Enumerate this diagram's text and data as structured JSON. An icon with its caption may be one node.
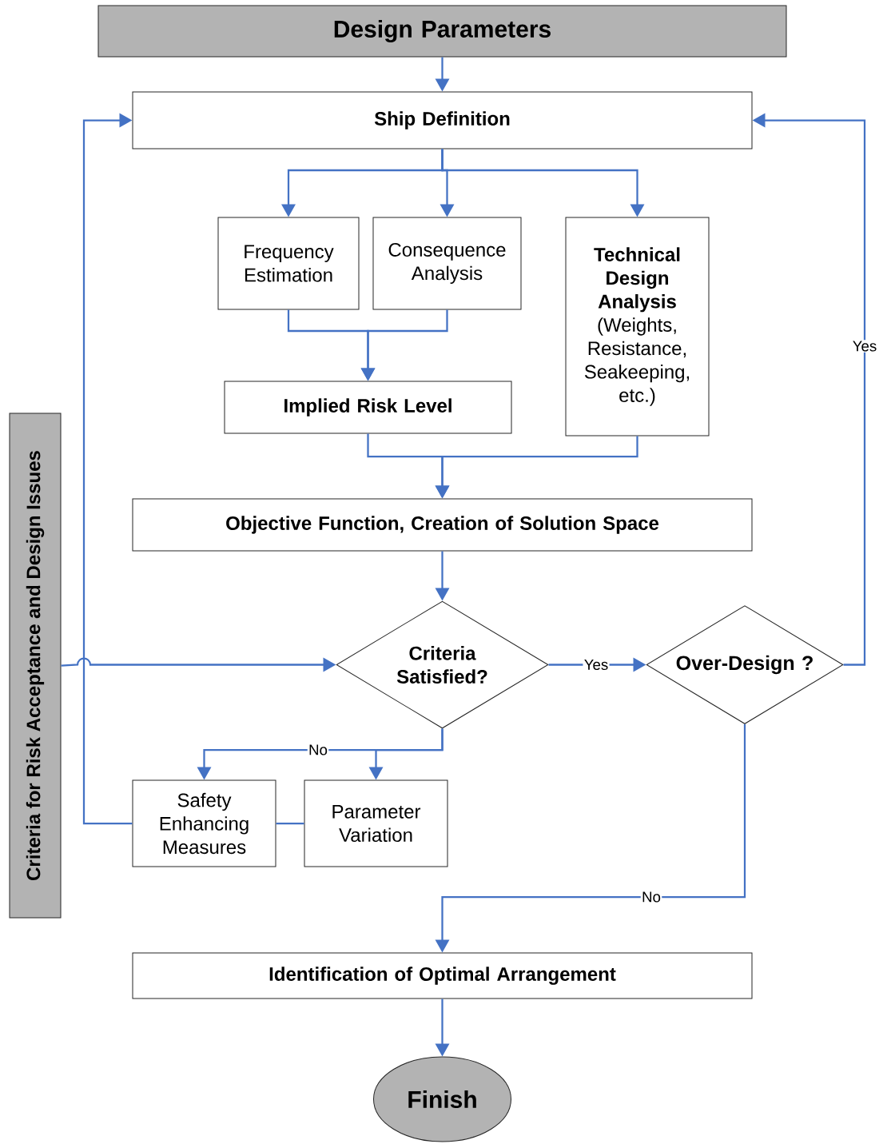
{
  "diagram": {
    "nodes": [
      {
        "text": [
          "Design Parameters"
        ]
      },
      {
        "text": [
          "Ship Definition"
        ]
      },
      {
        "text": [
          "Frequency Estimation"
        ]
      },
      {
        "text": [
          "Consequence Analysis"
        ]
      },
      {
        "text": [
          "Technical Design Analysis",
          "(Weights, Resistance, Seakeeping, etc.)"
        ]
      },
      {
        "text": [
          "Implied Risk Level"
        ]
      },
      {
        "text": [
          "Objective Function, Creation of Solution Space"
        ]
      },
      {
        "text": [
          "Criteria Satisfied?"
        ]
      },
      {
        "text": [
          "Over-Design ?"
        ]
      },
      {
        "text": [
          "Safety Enhancing Measures"
        ]
      },
      {
        "text": [
          "Parameter Variation"
        ]
      },
      {
        "text": [
          "Identification of Optimal Arrangement"
        ]
      },
      {
        "text": [
          "Finish"
        ]
      },
      {
        "text": [
          "Criteria for Risk Acceptance and Design Issues"
        ]
      }
    ],
    "edges": [
      {
        "from": 0,
        "to": 1,
        "arrow": "to"
      },
      {
        "from": 1,
        "to": 2,
        "arrow": "to"
      },
      {
        "from": 1,
        "to": 3,
        "arrow": "to"
      },
      {
        "from": 1,
        "to": 4,
        "arrow": "to"
      },
      {
        "from": 2,
        "to": 5,
        "arrow": "to"
      },
      {
        "from": 3,
        "to": 5,
        "arrow": "to"
      },
      {
        "from": 5,
        "to": 6,
        "arrow": "to"
      },
      {
        "from": 4,
        "to": 6,
        "arrow": "to"
      },
      {
        "from": 6,
        "to": 7,
        "arrow": "to"
      },
      {
        "from": 7,
        "to": 8,
        "arrow": "to",
        "label": "Yes"
      },
      {
        "from": 8,
        "to": 1,
        "arrow": "to",
        "label": "Yes"
      },
      {
        "from": 7,
        "to": 9,
        "arrow": "to",
        "label": "No"
      },
      {
        "from": 7,
        "to": 10,
        "arrow": "to"
      },
      {
        "from": 13,
        "to": 7,
        "arrow": "to"
      },
      {
        "from": 9,
        "to": 1,
        "arrow": "to"
      },
      {
        "from": 9,
        "to": 10,
        "arrow": "none"
      },
      {
        "from": 8,
        "to": 11,
        "arrow": "to",
        "label": "No"
      },
      {
        "from": 11,
        "to": 12,
        "arrow": "to"
      }
    ]
  }
}
